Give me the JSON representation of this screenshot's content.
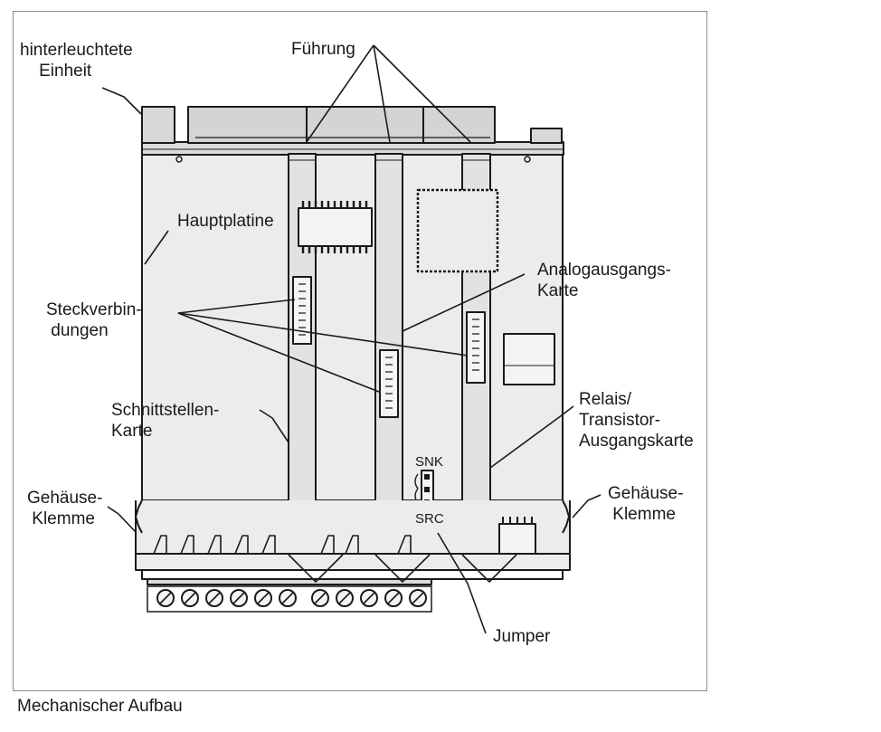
{
  "caption": "Mechanischer Aufbau",
  "labels": {
    "backlit_unit": "hinterleuchtete\n    Einheit",
    "guide": "Führung",
    "main_board": "Hauptplatine",
    "connectors": "Steckverbin-\n dungen",
    "analog_card": "Analogausgangs-\nKarte",
    "interface_card": "Schnittstellen-\nKarte",
    "relay_card": "Relais/\nTransistor-\nAusgangskarte",
    "clamp_left": "Gehäuse-\n Klemme",
    "clamp_right": "Gehäuse-\n Klemme",
    "snk": "SNK",
    "src": "SRC",
    "jumper": "Jumper"
  },
  "colors": {
    "line": "#1a1a1a",
    "board": "#ececec",
    "card": "#e6e6e6",
    "frame": "#8a8a8a"
  }
}
